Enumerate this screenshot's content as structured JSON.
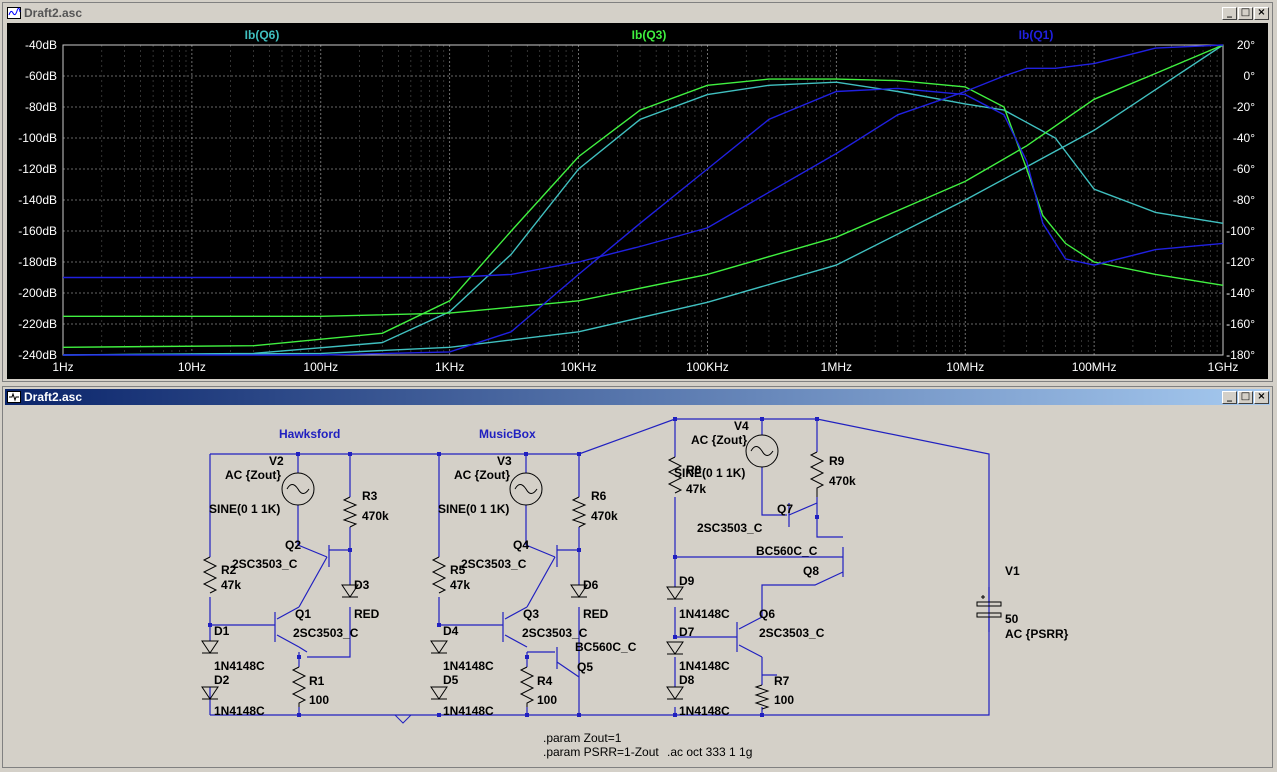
{
  "plot_window": {
    "title": "Draft2.asc",
    "min": "_",
    "max": "□",
    "close": "×"
  },
  "schematic_window": {
    "title": "Draft2.asc",
    "min": "_",
    "max": "□",
    "close": "×"
  },
  "chart_data": {
    "type": "line",
    "x_scale": "log",
    "xlim": [
      1,
      1000000000
    ],
    "ylim": [
      -240,
      -40
    ],
    "y2lim": [
      -180,
      20
    ],
    "x_ticks": [
      "1Hz",
      "10Hz",
      "100Hz",
      "1KHz",
      "10KHz",
      "100KHz",
      "1MHz",
      "10MHz",
      "100MHz",
      "1GHz"
    ],
    "y_ticks": [
      "-40dB",
      "-60dB",
      "-80dB",
      "-100dB",
      "-120dB",
      "-140dB",
      "-160dB",
      "-180dB",
      "-200dB",
      "-220dB",
      "-240dB"
    ],
    "y2_ticks": [
      "20°",
      "0°",
      "-20°",
      "-40°",
      "-60°",
      "-80°",
      "-100°",
      "-120°",
      "-140°",
      "-160°",
      "-180°"
    ],
    "grid": true,
    "colors": {
      "Q6": "#40c0c0",
      "Q3": "#40f040",
      "Q1": "#2020e0"
    },
    "series": [
      {
        "name": "Ib(Q6)",
        "kind": "magnitude",
        "color": "#40c0c0",
        "x": [
          1,
          30,
          300,
          1000,
          3000,
          10000,
          30000,
          100000,
          300000,
          1000000,
          3000000,
          10000000,
          20000000,
          50000000,
          100000000,
          300000000,
          1000000000
        ],
        "y": [
          -240,
          -239,
          -232,
          -212,
          -175,
          -120,
          -88,
          -72,
          -66,
          -64,
          -70,
          -78,
          -82,
          -100,
          -133,
          -148,
          -155
        ]
      },
      {
        "name": "Ib(Q6)",
        "kind": "phase",
        "color": "#40c0c0",
        "x": [
          1,
          100,
          1000,
          10000,
          100000,
          1000000,
          10000000,
          100000000,
          1000000000
        ],
        "y": [
          -180,
          -179,
          -175,
          -165,
          -146,
          -122,
          -80,
          -35,
          20
        ]
      },
      {
        "name": "Ib(Q3)",
        "kind": "magnitude",
        "color": "#40f040",
        "x": [
          1,
          30,
          300,
          1000,
          3000,
          10000,
          30000,
          100000,
          300000,
          1000000,
          3000000,
          10000000,
          20000000,
          30000000,
          40000000,
          60000000,
          100000000,
          300000000,
          1000000000
        ],
        "y": [
          -235,
          -234,
          -226,
          -205,
          -160,
          -112,
          -82,
          -66,
          -62,
          -62,
          -63,
          -67,
          -80,
          -120,
          -150,
          -168,
          -180,
          -188,
          -195
        ]
      },
      {
        "name": "Ib(Q3)",
        "kind": "phase",
        "color": "#40f040",
        "x": [
          1,
          100,
          1000,
          10000,
          100000,
          1000000,
          10000000,
          30000000,
          100000000,
          1000000000
        ],
        "y": [
          -155,
          -155,
          -153,
          -145,
          -128,
          -104,
          -68,
          -45,
          -15,
          20
        ]
      },
      {
        "name": "Ib(Q1)",
        "kind": "magnitude",
        "color": "#2020e0",
        "x": [
          1,
          100,
          1000,
          3000,
          10000,
          30000,
          100000,
          300000,
          1000000,
          3000000,
          10000000,
          20000000,
          30000000,
          50000000,
          100000000,
          300000000,
          1000000000
        ],
        "y": [
          -190,
          -190,
          -190,
          -188,
          -180,
          -170,
          -158,
          -135,
          -110,
          -85,
          -70,
          -60,
          -55,
          -55,
          -52,
          -42,
          -40
        ]
      },
      {
        "name": "Ib(Q1)",
        "kind": "phase",
        "color": "#2020e0",
        "x": [
          1,
          100,
          1000,
          3000,
          10000,
          30000,
          100000,
          300000,
          1000000,
          3000000,
          10000000,
          20000000,
          30000000,
          40000000,
          60000000,
          100000000,
          300000000,
          1000000000
        ],
        "y": [
          -180,
          -180,
          -178,
          -165,
          -128,
          -95,
          -60,
          -28,
          -10,
          -8,
          -12,
          -25,
          -55,
          -95,
          -118,
          -122,
          -112,
          -108
        ]
      }
    ]
  },
  "schematic": {
    "labels": {
      "hawksford": "Hawksford",
      "musicbox": "MusicBox",
      "v2": "V2",
      "v3": "V3",
      "v4": "V4",
      "v1": "V1",
      "ac_zout": "AC {Zout}",
      "sine": "SINE(0 1 1K)",
      "r2": "R2",
      "r5": "R5",
      "r8": "R8",
      "k47": "47k",
      "r3": "R3",
      "r6": "R6",
      "r9": "R9",
      "k470": "470k",
      "q1": "Q1",
      "q2": "Q2",
      "q3": "Q3",
      "q4": "Q4",
      "q5": "Q5",
      "q6": "Q6",
      "q7": "Q7",
      "q8": "Q8",
      "part_2sc": "2SC3503_C",
      "part_bc": "BC560C_C",
      "d1": "D1",
      "d2": "D2",
      "d3": "D3",
      "d4": "D4",
      "d5": "D5",
      "d6": "D6",
      "d7": "D7",
      "d8": "D8",
      "d9": "D9",
      "red": "RED",
      "n4148": "1N4148C",
      "r1": "R1",
      "r4": "R4",
      "r7": "R7",
      "ohm100": "100",
      "v1_val": "50",
      "ac_psrr": "AC {PSRR}",
      "param1": ".param Zout=1",
      "param2": ".param PSRR=1-Zout",
      "ac_cmd": ".ac oct 333 1 1g"
    }
  }
}
